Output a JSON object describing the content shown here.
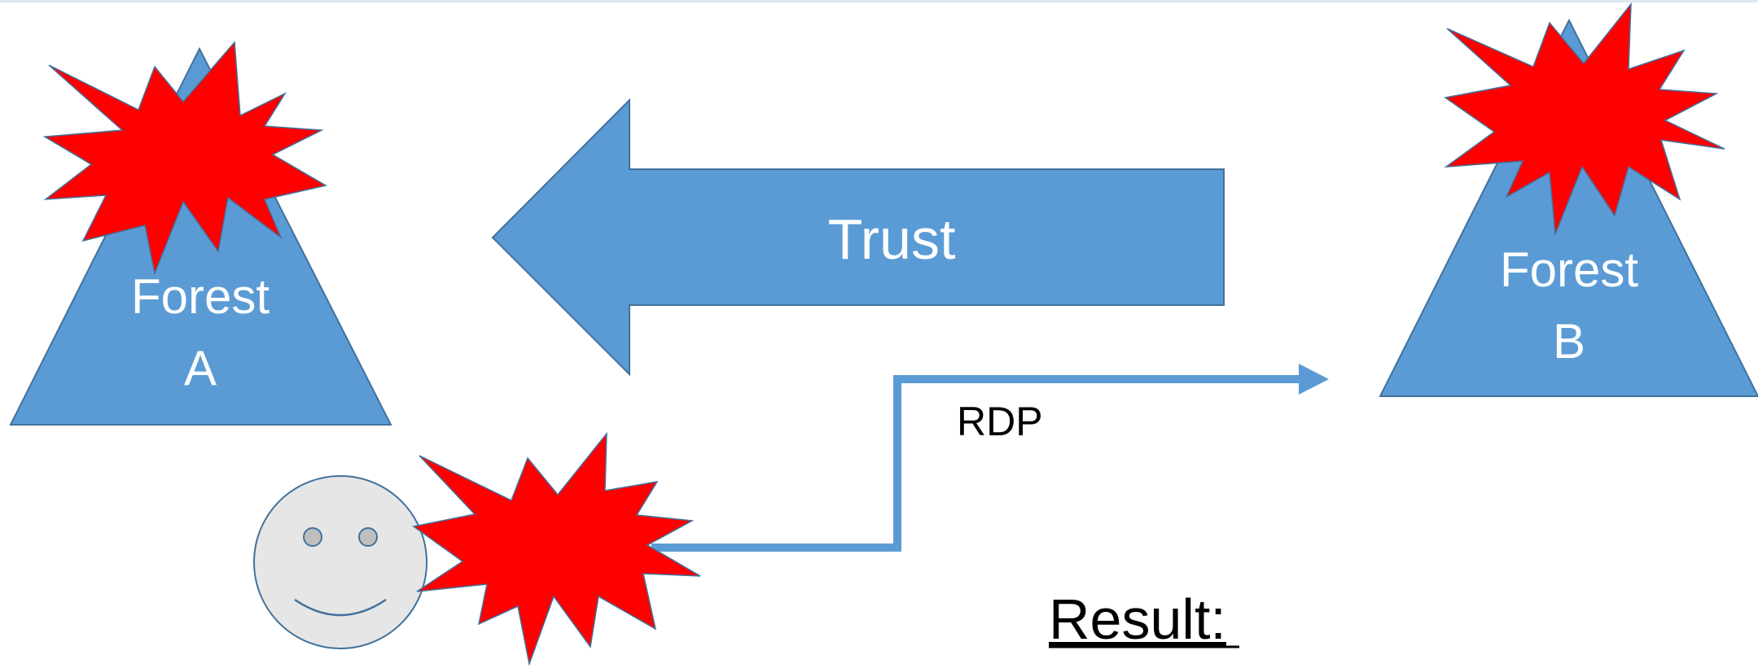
{
  "forest_a": {
    "line1": "Forest",
    "line2": "A"
  },
  "forest_b": {
    "line1": "Forest",
    "line2": "B"
  },
  "trust_label": "Trust",
  "rdp_label": "RDP",
  "result_label": "Result:",
  "colors": {
    "shape_fill": "#5b9bd5",
    "shape_stroke": "#41719c",
    "explosion_fill": "#ff0000",
    "face_fill": "#e6e6e6",
    "face_stroke": "#41719c",
    "connector": "#5b9bd5",
    "text_on_shape": "#ffffff",
    "text_dark": "#000000"
  }
}
